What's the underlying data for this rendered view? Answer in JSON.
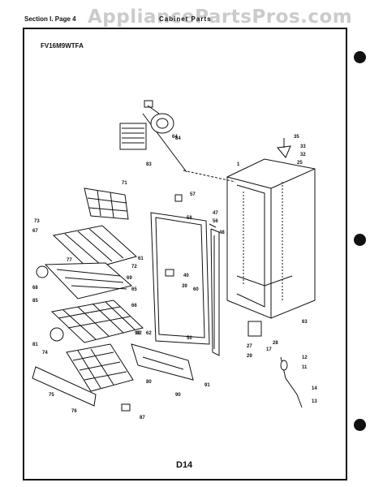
{
  "header": {
    "section": "Section I. Page 4",
    "title": "Cabinet Parts"
  },
  "watermark": "AppliancePartsPros.com",
  "model": "FV16M9WTFA",
  "page_id": "D14",
  "part_labels": [
    "1",
    "11",
    "12",
    "13",
    "14",
    "17",
    "25",
    "27",
    "28",
    "29",
    "32",
    "33",
    "35",
    "39",
    "40",
    "47",
    "48",
    "50",
    "56",
    "57",
    "58",
    "60",
    "61",
    "62",
    "63",
    "64",
    "65",
    "66",
    "67",
    "68",
    "69",
    "71",
    "72",
    "73",
    "74",
    "75",
    "76",
    "77",
    "80",
    "81",
    "82",
    "83",
    "84",
    "85",
    "87",
    "90",
    "91",
    "92"
  ]
}
